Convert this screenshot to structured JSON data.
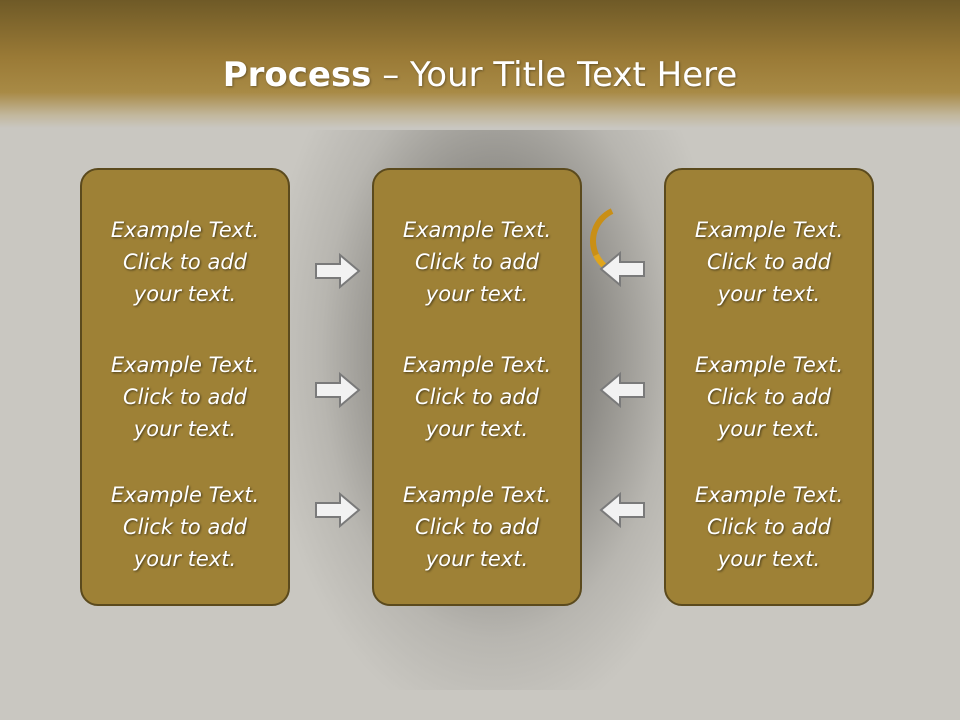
{
  "title": {
    "bold": "Process",
    "rest": " – Your Title Text Here"
  },
  "columns": [
    {
      "items": [
        "Example Text.\nClick  to add\nyour text.",
        "Example Text.\nClick  to add\nyour text.",
        "Example Text.\nClick  to add\nyour text."
      ]
    },
    {
      "items": [
        "Example Text.\nClick  to add\nyour text.",
        "Example Text.\nClick  to add\nyour text.",
        "Example Text.\nClick  to add\nyour text."
      ]
    },
    {
      "items": [
        "Example Text.\nClick  to add\nyour text.",
        "Example Text.\nClick  to add\nyour text.",
        "Example Text.\nClick  to add\nyour text."
      ]
    }
  ],
  "arrows": {
    "left_group": "right",
    "right_group": "left"
  },
  "colors": {
    "box_fill": "#9e8136",
    "box_border": "#5b4a1d",
    "header": "#9a7a36",
    "background": "#c9c7c1"
  }
}
